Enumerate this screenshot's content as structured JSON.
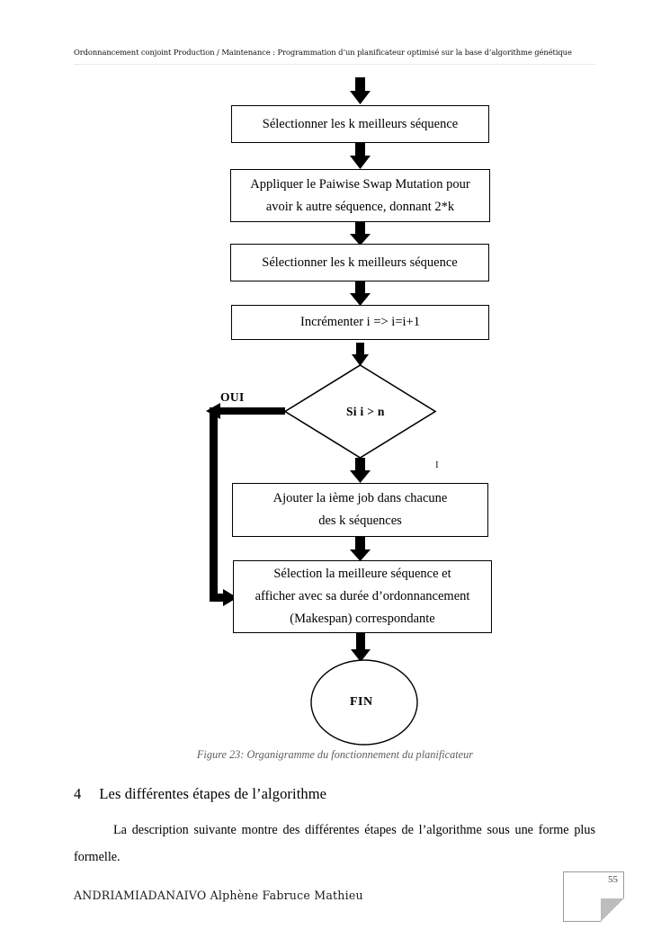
{
  "header": {
    "running_title": "Ordonnancement conjoint Production / Maintenance : Programmation d’un planificateur optimisé sur la base d’algorithme génétique"
  },
  "flowchart": {
    "caption": "Figure 23: Organigramme du fonctionnement du planificateur",
    "branch_label_yes": "OUI",
    "stray_mark": "I",
    "nodes": [
      {
        "id": "select-k-best-1",
        "type": "process",
        "lines": [
          "Sélectionner les k meilleurs séquence"
        ]
      },
      {
        "id": "pairwise-swap-mutation",
        "type": "process",
        "lines": [
          "Appliquer le Paiwise Swap Mutation pour",
          "avoir k autre séquence, donnant 2*k"
        ]
      },
      {
        "id": "select-k-best-2",
        "type": "process",
        "lines": [
          "Sélectionner les k meilleurs séquence"
        ]
      },
      {
        "id": "increment-i",
        "type": "process",
        "lines": [
          "Incrémenter i => i=i+1"
        ]
      },
      {
        "id": "decision-i-gt-n",
        "type": "decision",
        "lines": [
          "Si i > n"
        ]
      },
      {
        "id": "add-ith-job",
        "type": "process",
        "lines": [
          "Ajouter la ième job dans chacune",
          "des k séquences"
        ]
      },
      {
        "id": "select-best-display",
        "type": "process",
        "lines": [
          "Sélection la meilleure séquence et",
          "afficher avec sa durée d’ordonnancement",
          "(Makespan) correspondante"
        ]
      },
      {
        "id": "end-terminal",
        "type": "terminal",
        "lines": [
          "FIN"
        ]
      }
    ]
  },
  "section": {
    "number": "4",
    "title": "Les différentes étapes de l’algorithme",
    "paragraph": "La description suivante montre des différentes étapes de l’algorithme sous une forme plus formelle."
  },
  "footer": {
    "author": "ANDRIAMIADANAIVO Alphène Fabruce Mathieu",
    "page_number": "55"
  },
  "colors": {
    "ink": "#000000",
    "caption": "#5e5e5e",
    "page_box_border": "#9a9a9a",
    "fold": "#bdbdbd"
  }
}
